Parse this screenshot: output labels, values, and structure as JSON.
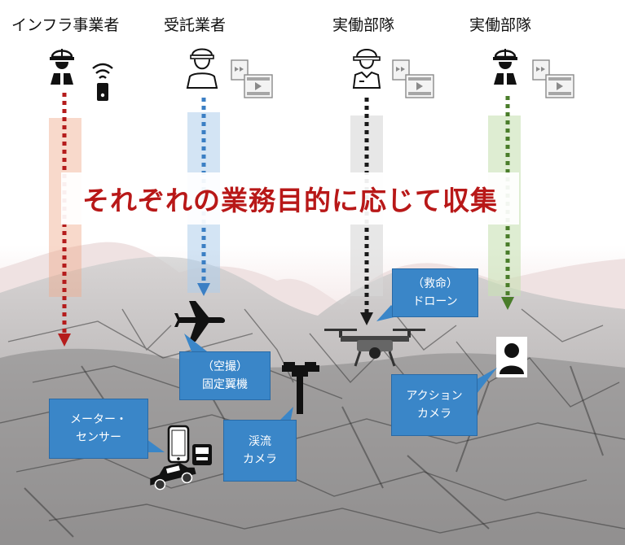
{
  "actors": [
    {
      "label": "インフラ事業者"
    },
    {
      "label": "受託業者"
    },
    {
      "label": "実働部隊"
    },
    {
      "label": "実働部隊"
    }
  ],
  "banner": {
    "text": "それぞれの業務目的に応じて収集"
  },
  "callouts": {
    "rescue_drone": {
      "line1": "（救命）",
      "line2": "ドローン"
    },
    "fixed_wing": {
      "line1": "（空撮）",
      "line2": "固定翼機"
    },
    "meter_sensor": {
      "line1": "メーター・",
      "line2": "センサー"
    },
    "stream_camera": {
      "line1": "渓流",
      "line2": "カメラ"
    },
    "action_camera": {
      "line1": "アクション",
      "line2": "カメラ"
    }
  },
  "colors": {
    "arrow_infra": "#b51c1c",
    "arrow_contractor": "#3b7fc4",
    "arrow_field1": "#1a1a1a",
    "arrow_field2": "#4a7d2a",
    "callout": "#3a86c8",
    "banner_text": "#b81818"
  },
  "icons": [
    "hardhat-worker-icon",
    "wireless-sensor-icon",
    "worker-icon",
    "video-file-icon",
    "firefighter-icon",
    "airplane-icon",
    "drone-icon",
    "stream-camera-pole-icon",
    "smartphone-icon",
    "meter-device-icon",
    "car-icon",
    "person-icon"
  ]
}
